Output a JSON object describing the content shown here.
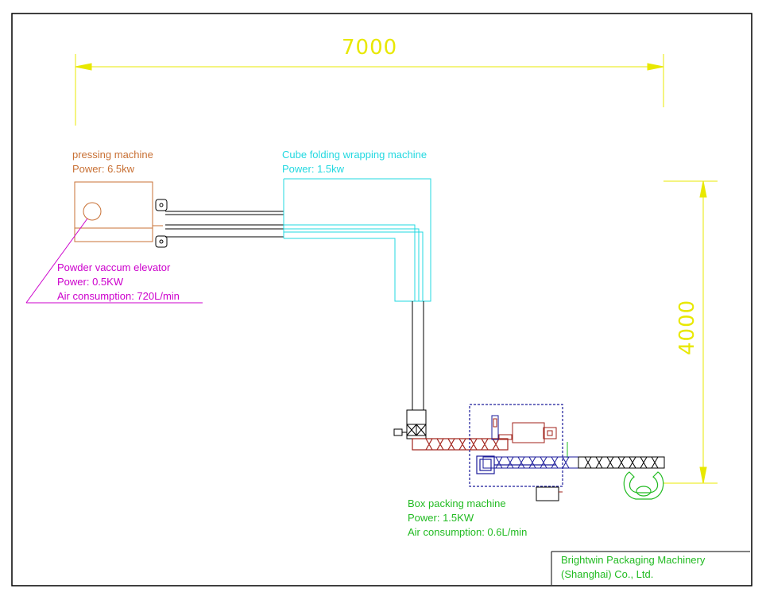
{
  "colors": {
    "border": "#000000",
    "dimension": "#e8e800",
    "pressing": "#c87034",
    "elevator": "#cc00cc",
    "wrapping": "#22d8e0",
    "box": "#22bb22",
    "conveyor": "#a0221a",
    "frame": "#1a1a9a",
    "company": "#22bb22"
  },
  "dimensions": {
    "width_label": "7000",
    "height_label": "4000"
  },
  "machines": {
    "pressing": {
      "name": "pressing machine",
      "power": "Power: 6.5kw"
    },
    "elevator": {
      "name": "Powder vaccum elevator",
      "power": "Power: 0.5KW",
      "air": "Air consumption: 720L/min"
    },
    "wrapping": {
      "name": "Cube folding wrapping machine",
      "power": "Power: 1.5kw"
    },
    "box": {
      "name": "Box packing machine",
      "power": "Power: 1.5KW",
      "air": "Air consumption: 0.6L/min"
    }
  },
  "company": {
    "line1": "Brightwin Packaging Machinery",
    "line2": "(Shanghai) Co., Ltd."
  }
}
